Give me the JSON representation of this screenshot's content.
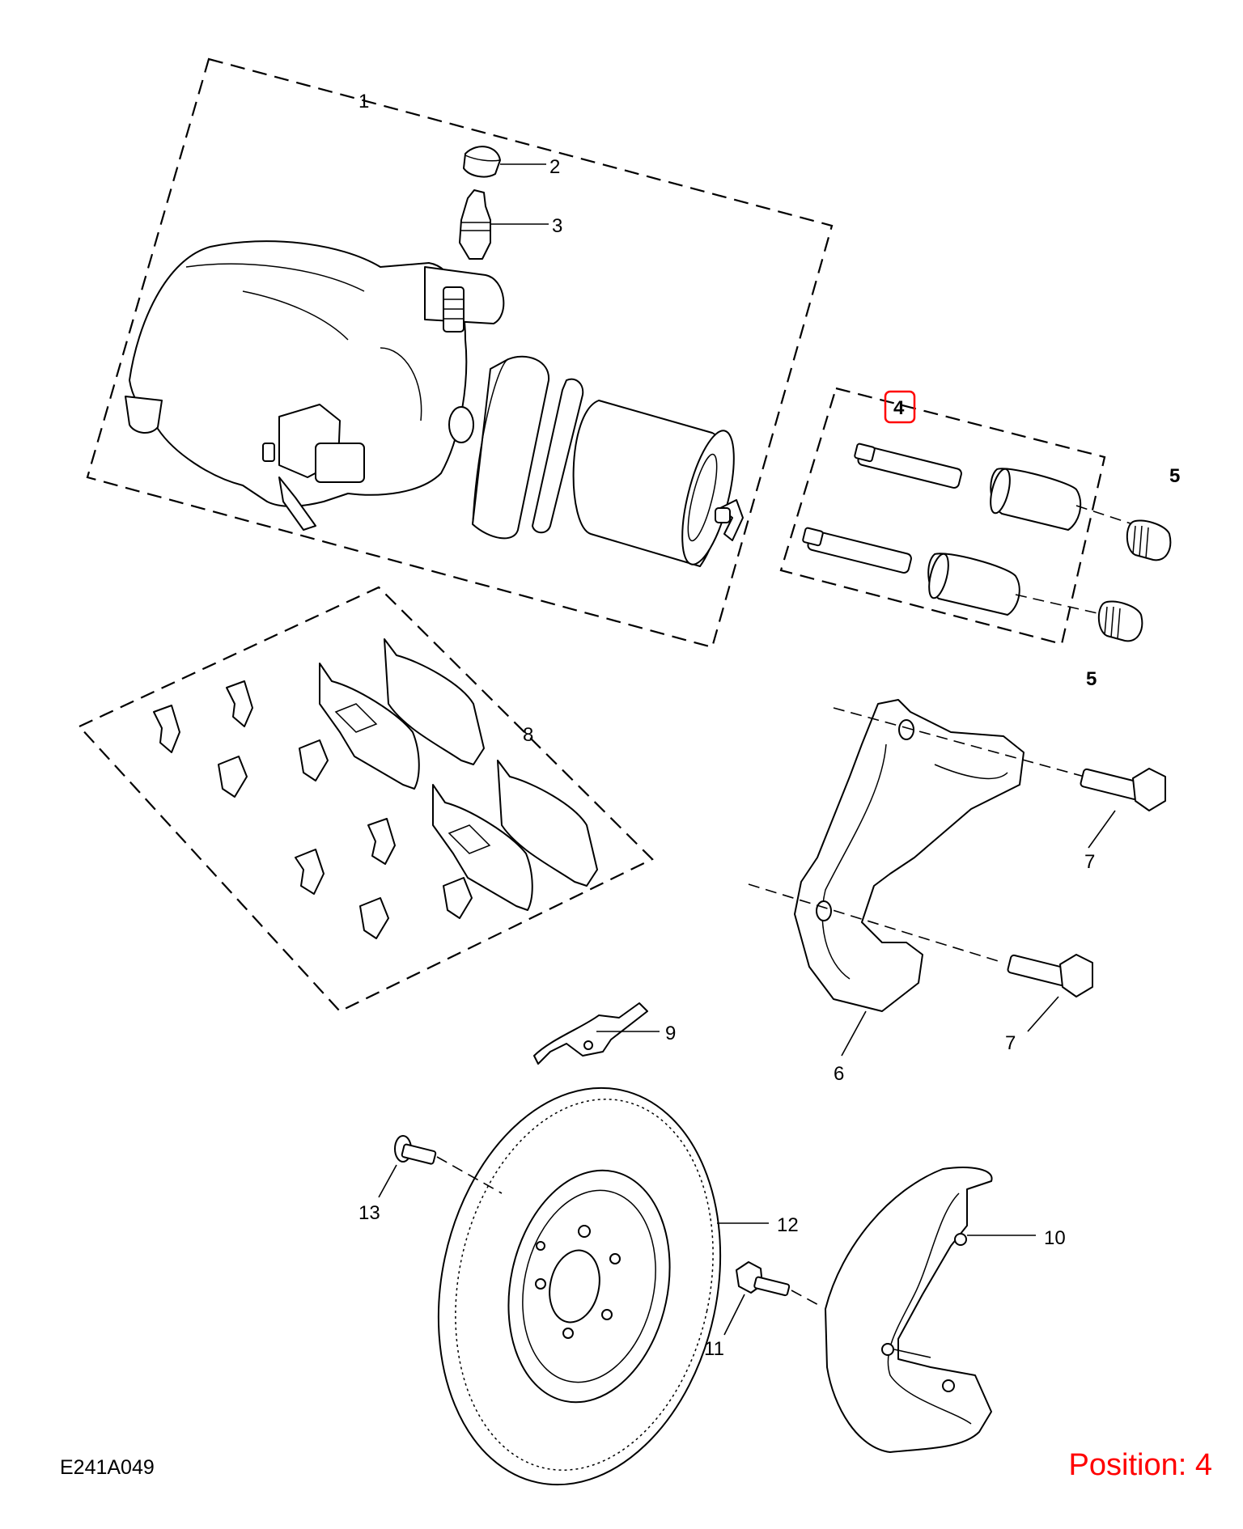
{
  "drawing_code": "E241A049",
  "position_label": "Position: 4",
  "highlight_color": "#ff0000",
  "callouts": {
    "c1": "1",
    "c2": "2",
    "c3": "3",
    "c4": "4",
    "c5a": "5",
    "c5b": "5",
    "c6": "6",
    "c7a": "7",
    "c7b": "7",
    "c8": "8",
    "c9": "9",
    "c10": "10",
    "c11": "11",
    "c12": "12",
    "c13": "13"
  }
}
